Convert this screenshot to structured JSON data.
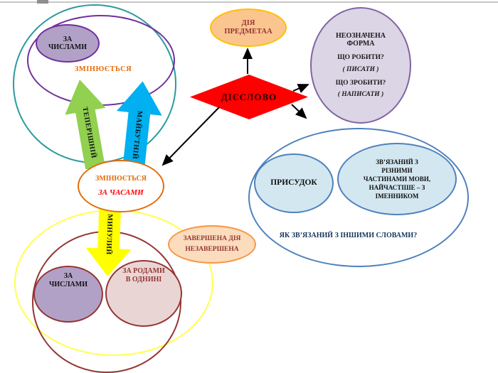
{
  "nodes": {
    "verb": "ДІЄСЛОВО",
    "action": {
      "line1": "ДІЯ",
      "line2": "ПРЕДМЕТАА"
    },
    "infinitive": {
      "title1": "НЕОЗНАЧЕНА",
      "title2": "ФОРМА",
      "question1": "ЩО РОБИТИ?",
      "example1": "( ПИСАТИ )",
      "question2": "ЩО ЗРОБИТИ?",
      "example2": "( НАПИСАТИ )"
    },
    "numbers_top": {
      "line1": "ЗА",
      "line2": "ЧИСЛАМИ"
    },
    "changes_label": "ЗМІНЮЄТЬСЯ",
    "tenses": {
      "line1": "ЗМІНЮЄТЬСЯ",
      "line2": "ЗА ЧАСАМИ"
    },
    "present": "ТЕПЕРІШНІЙ",
    "future": "МАЙБУТНІЙ",
    "past": "МИНУЛИЙ",
    "completed": {
      "line1": "ЗАВЕРШЕНА ДІЯ",
      "line2": "НЕЗАВЕРШЕНА"
    },
    "numbers_bottom": {
      "line1": "ЗА",
      "line2": "ЧИСЛАМИ"
    },
    "genders": {
      "line1": "ЗА РОДАМИ",
      "line2": "В ОДНИНІ"
    },
    "predicate": "ПРИСУДОК",
    "connected": {
      "line1": "ЗВ’ЯЗАНИЙ  З",
      "line2": "РІЗНИМИ",
      "line3": "ЧАСТИНАМИ МОВИ,",
      "line4": "НАЙЧАСТІШЕ – З",
      "line5": "ІМЕННИКОМ"
    },
    "how_connected": "ЯК ЗВ’ЯЗАНИЙ З ІНШИМИ СЛОВАМИ?"
  },
  "colors": {
    "diamond": "#fe0000",
    "teal_circle": "#2d9a9e",
    "purple": "#7030a0",
    "lavender_fill": "#b2a1c7",
    "orange": "#e36c0a",
    "red_text": "#ff0000",
    "green_arrow": "#92d050",
    "blue_arrow": "#00b0f0",
    "yellow": "#ffff00",
    "maroon": "#943634",
    "peach_fill": "#fbc58f",
    "gold_border": "#ffc000",
    "completed_fill": "#fbdcbc",
    "completed_border": "#f79646",
    "infinitive_fill": "#dbd5e5",
    "infinitive_border": "#8064a2",
    "blue_border": "#4f81bd",
    "light_blue_fill": "#d3e7f1",
    "dark_blue_text": "#17365d",
    "pink_fill": "#ead5d5"
  }
}
